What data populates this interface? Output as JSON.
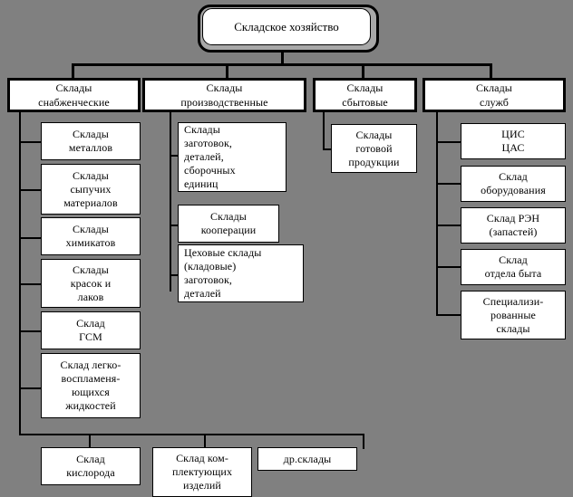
{
  "diagram": {
    "title_box": {
      "label": "Складское\nхозяйство"
    },
    "level2": [
      {
        "id": "supply",
        "label": "Склады\nснабженческие"
      },
      {
        "id": "production",
        "label": "Склады\nпроизводственные"
      },
      {
        "id": "sales",
        "label": "Склады\nсбытовые"
      },
      {
        "id": "services",
        "label": "Склады\nслужб"
      }
    ],
    "supply_children": [
      {
        "label": "Склады\nметаллов"
      },
      {
        "label": "Склады\nсыпучих\nматериалов"
      },
      {
        "label": "Склады\nхимикатов"
      },
      {
        "label": "Склады\nкрасок и\nлаков"
      },
      {
        "label": "Склад\nГСМ"
      },
      {
        "label": "Склад легко-\nвоспламеня-\nющихся\nжидкостей"
      }
    ],
    "production_children": [
      {
        "label": "Склады\nзаготовок,\nдеталей,\nсборочных\nединиц"
      },
      {
        "label": "Склады\nкооперации"
      },
      {
        "label": "Цеховые склады\n(кладовые)\nзаготовок,\nдеталей"
      }
    ],
    "sales_children": [
      {
        "label": "Склады\nготовой\nпродукции"
      }
    ],
    "services_children": [
      {
        "label": "ЦИС\nЦАС"
      },
      {
        "label": "Склад\nоборудования"
      },
      {
        "label": "Склад РЭН\n(запастей)"
      },
      {
        "label": "Склад\nотдела быта"
      },
      {
        "label": "Специализи-\nрованные\nсклады"
      }
    ],
    "bottom_children": [
      {
        "label": "Склад\nкислорода"
      },
      {
        "label": "Склад ком-\nплектующих\nизделий"
      },
      {
        "label": "др.склады"
      }
    ],
    "colors": {
      "background": "#808080",
      "box_fill": "#ffffff",
      "line": "#000000",
      "root_shadow": "#a8a8a8"
    }
  }
}
